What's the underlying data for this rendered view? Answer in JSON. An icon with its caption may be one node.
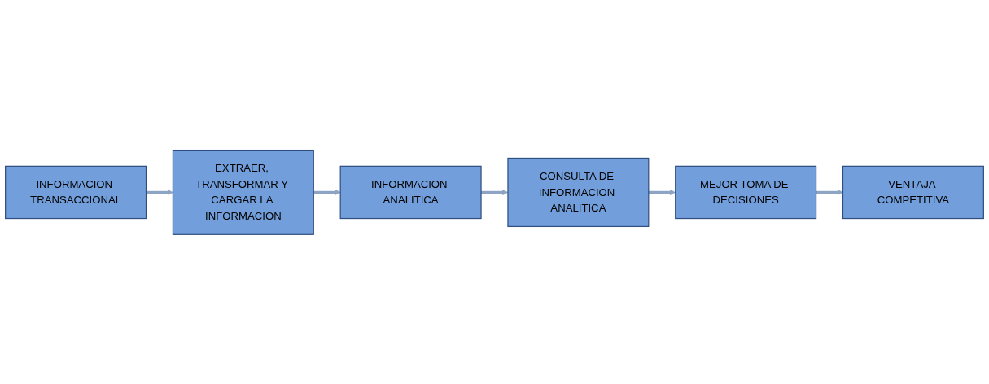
{
  "diagram": {
    "nodes": [
      {
        "text": [
          "INFORMACION TRANSACCIONAL"
        ]
      },
      {
        "text": [
          "EXTRAER, TRANSFORMAR Y CARGAR LA INFORMACION"
        ]
      },
      {
        "text": [
          "INFORMACION ANALITICA"
        ]
      },
      {
        "text": [
          "CONSULTA DE INFORMACION ANALITICA"
        ]
      },
      {
        "text": [
          "MEJOR TOMA DE DECISIONES"
        ]
      },
      {
        "text": [
          "VENTAJA COMPETITIVA"
        ]
      }
    ],
    "edges": [
      {
        "from": 0,
        "to": 1,
        "arrow": "to"
      },
      {
        "from": 1,
        "to": 2,
        "arrow": "to"
      },
      {
        "from": 2,
        "to": 3,
        "arrow": "to"
      },
      {
        "from": 3,
        "to": 4,
        "arrow": "to"
      },
      {
        "from": 4,
        "to": 5,
        "arrow": "to"
      }
    ]
  }
}
